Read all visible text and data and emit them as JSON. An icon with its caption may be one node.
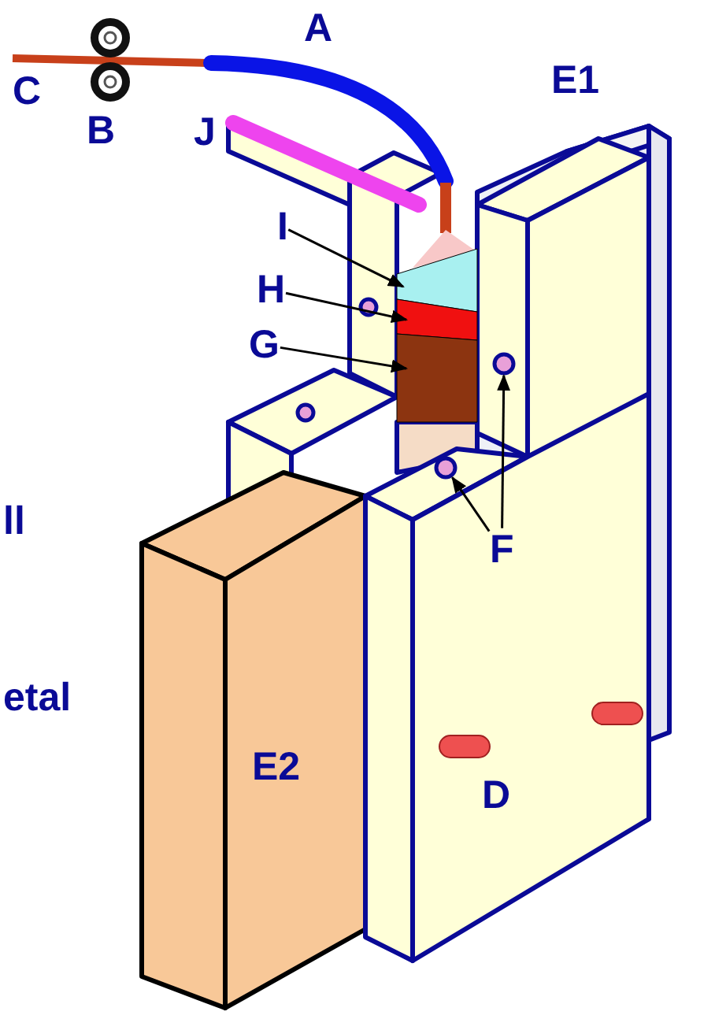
{
  "diagram": {
    "nodes": [
      {
        "text": [
          "I"
        ]
      },
      {
        "text": [],
        "shape": "box"
      },
      {
        "text": [
          "H"
        ]
      },
      {
        "text": [],
        "shape": "box"
      },
      {
        "text": [
          "G"
        ]
      },
      {
        "text": [],
        "shape": "box"
      },
      {
        "text": [
          "F"
        ]
      },
      {
        "text": [],
        "shape": "circle"
      },
      {
        "text": [],
        "shape": "circle"
      }
    ],
    "edges": [
      {
        "from": 0,
        "to": 1,
        "arrow": "to"
      },
      {
        "from": 2,
        "to": 3,
        "arrow": "to"
      },
      {
        "from": 4,
        "to": 5,
        "arrow": "to"
      },
      {
        "from": 6,
        "to": 7,
        "arrow": "to"
      },
      {
        "from": 6,
        "to": 8,
        "arrow": "to"
      }
    ],
    "labels": [
      "A",
      "C",
      "B",
      "J",
      "E1",
      "ll",
      "etal",
      "E2",
      "D"
    ]
  }
}
